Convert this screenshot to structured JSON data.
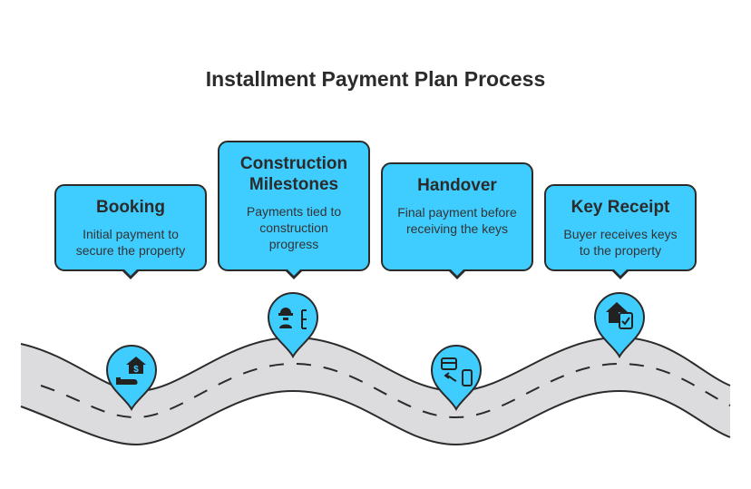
{
  "title": "Installment Payment Plan Process",
  "colors": {
    "accent": "#3fcdff",
    "road": "#dcdcde",
    "outline": "#2b2b2b"
  },
  "steps": [
    {
      "title": "Booking",
      "description": "Initial payment to secure the property",
      "icon": "hand-house-dollar-icon"
    },
    {
      "title": "Construction Milestones",
      "description": "Payments tied to construction progress",
      "icon": "worker-scaffold-icon"
    },
    {
      "title": "Handover",
      "description": "Final payment before receiving the keys",
      "icon": "card-phone-payment-icon"
    },
    {
      "title": "Key Receipt",
      "description": "Buyer receives keys to the property",
      "icon": "house-checklist-icon"
    }
  ]
}
